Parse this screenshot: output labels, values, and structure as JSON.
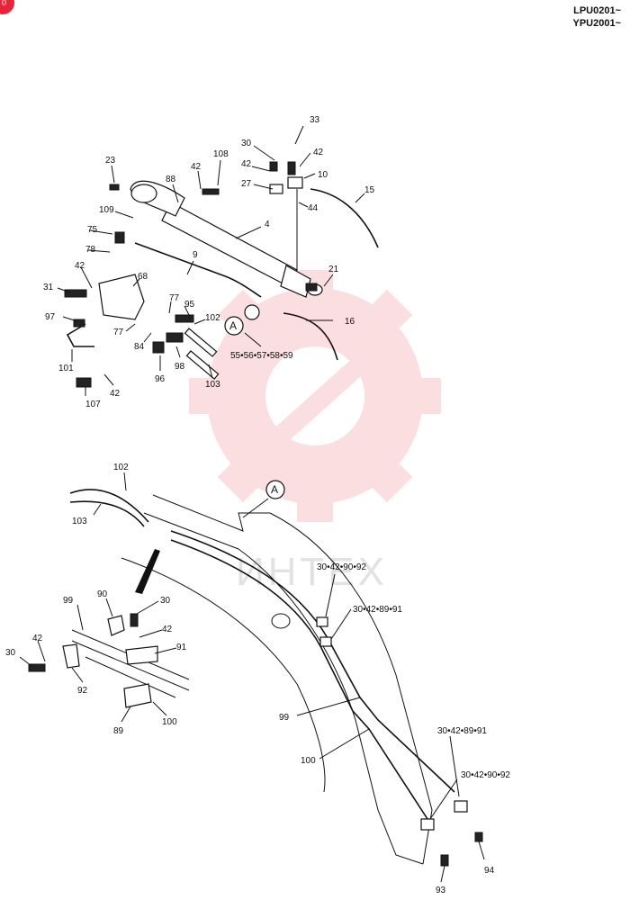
{
  "header": {
    "serial_1": "LPU0201~",
    "serial_2": "YPU2001~",
    "corner_badge": "0"
  },
  "watermark": {
    "text": "ИНТЕХ",
    "color": "#f4a7aa"
  },
  "callouts": {
    "A": "A"
  },
  "labels": {
    "p33": "33",
    "p30a": "30",
    "p42a": "42",
    "p42b": "42",
    "p10": "10",
    "p27": "27",
    "p44": "44",
    "p15": "15",
    "p108": "108",
    "p42c": "42",
    "p23": "23",
    "p88": "88",
    "p109": "109",
    "p4": "4",
    "p75": "75",
    "p78": "78",
    "p9": "9",
    "p21": "21",
    "p42d": "42",
    "p68": "68",
    "p31": "31",
    "p77a": "77",
    "p95": "95",
    "p102a": "102",
    "p16": "16",
    "p97": "97",
    "p77b": "77",
    "p84": "84",
    "p55": "55•56•57•58•59",
    "p101": "101",
    "p96": "96",
    "p98": "98",
    "p103a": "103",
    "p107": "107",
    "p42e": "42",
    "p102b": "102",
    "p103b": "103",
    "p99a": "99",
    "p90a": "90",
    "p30b": "30",
    "p42f": "42",
    "p91a": "91",
    "p30c": "30",
    "p42g": "42",
    "p92a": "92",
    "p89a": "89",
    "p100a": "100",
    "g1": "30•42•90•92",
    "g2": "30•42•89•91",
    "p99b": "99",
    "p100b": "100",
    "g3": "30•42•89•91",
    "g4": "30•42•90•92",
    "p94": "94",
    "p93": "93"
  }
}
